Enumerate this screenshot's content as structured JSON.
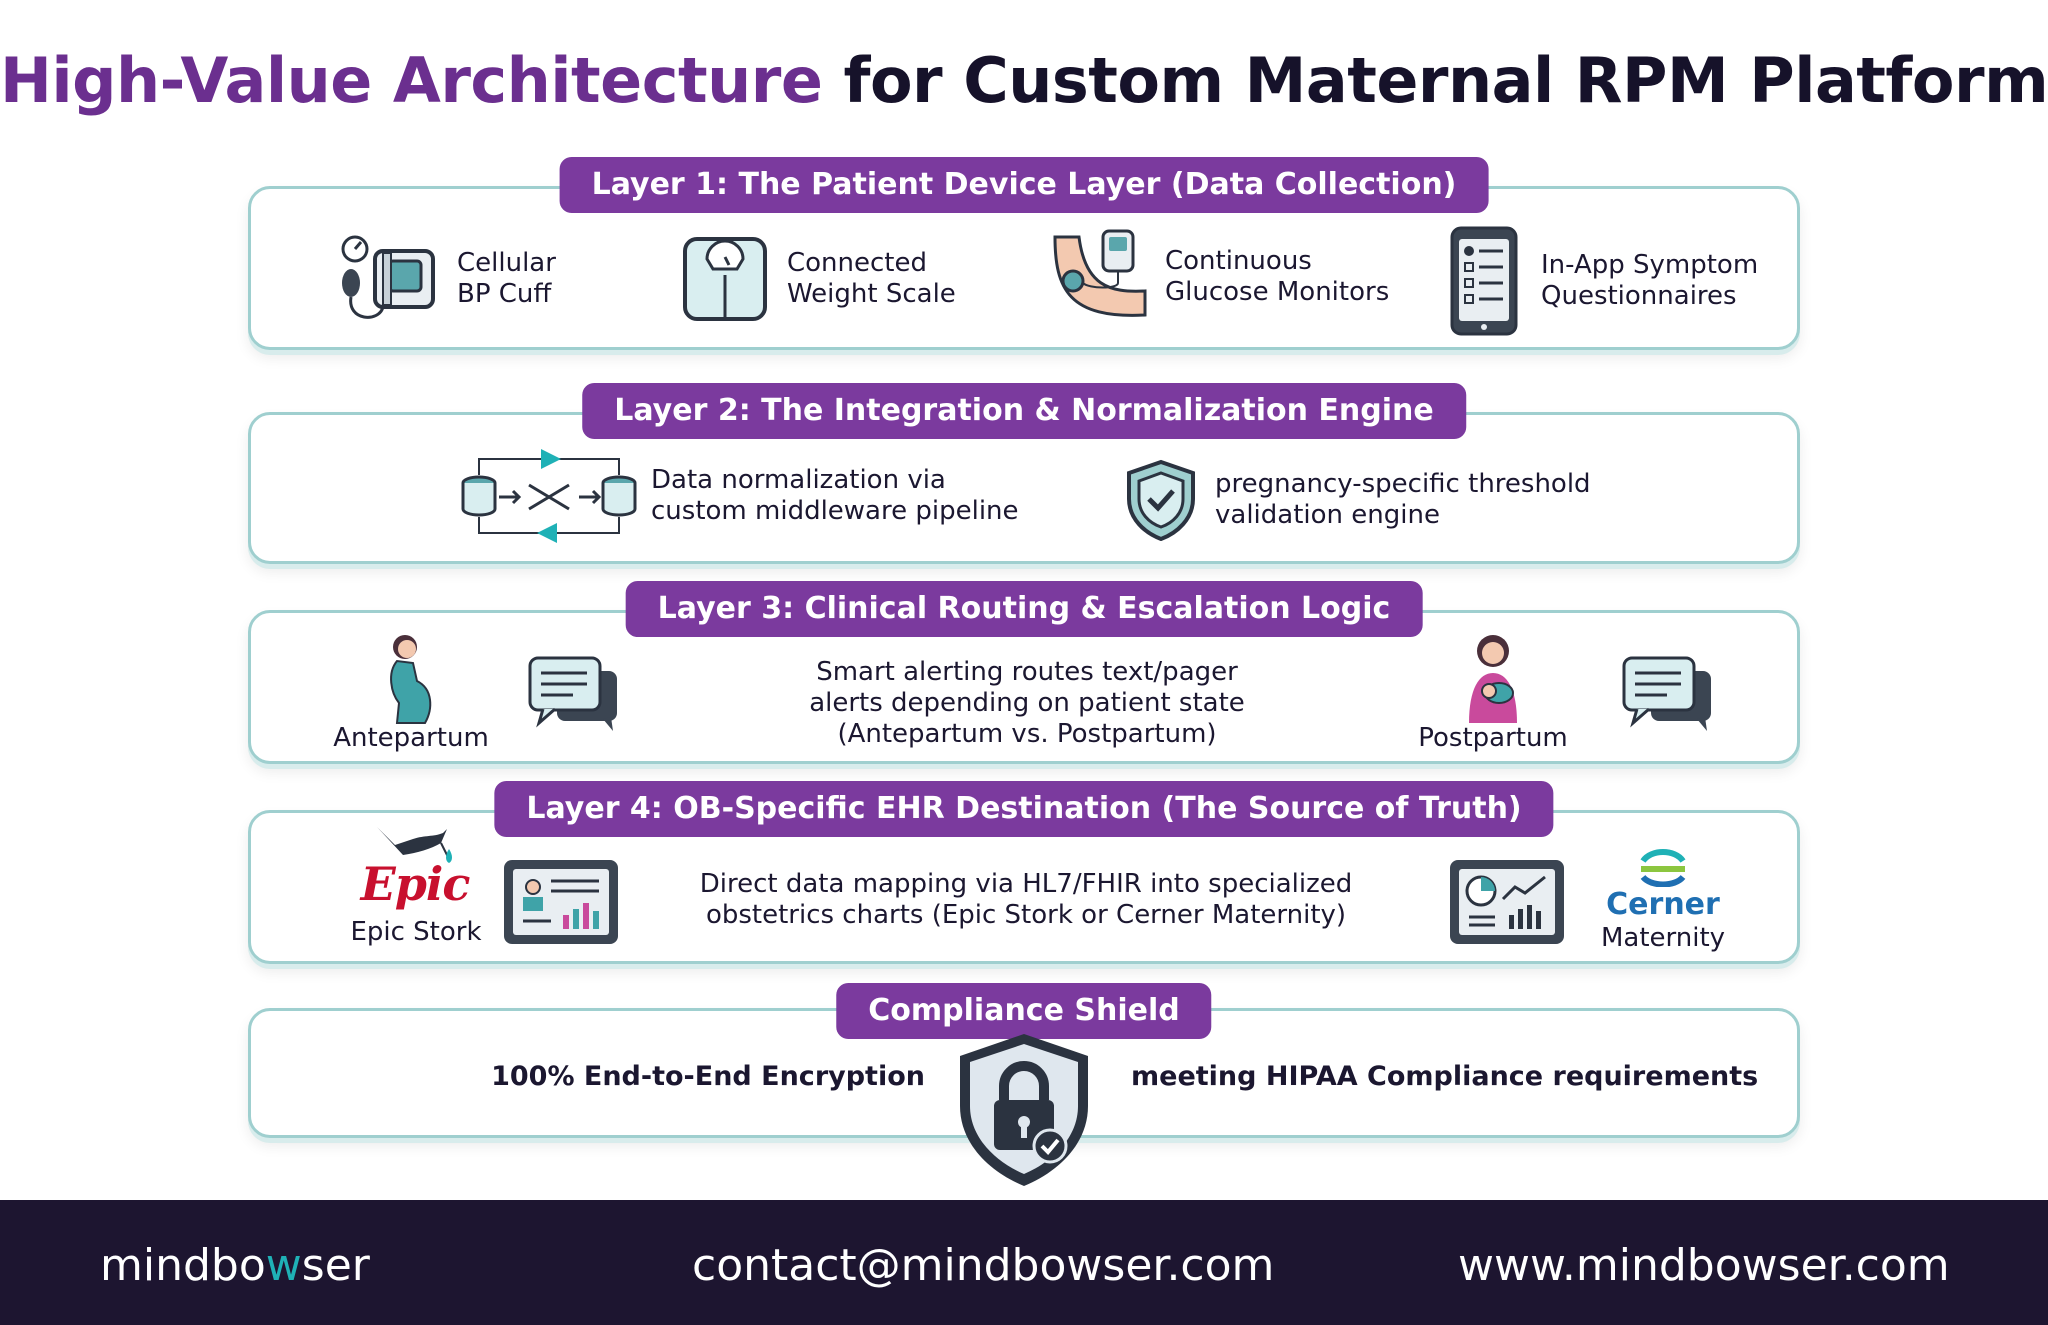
{
  "title": {
    "highlight": "High-Value Architecture",
    "rest": "for Custom Maternal RPM Platforms"
  },
  "colors": {
    "purple": "#7b3a9e",
    "title_purple": "#6b2f8f",
    "teal": "#1fb1b6",
    "box_border": "#9fcfcf",
    "footer_bg": "#1d1530"
  },
  "layer1": {
    "label": "Layer 1: The Patient Device Layer (Data Collection)",
    "items": [
      {
        "text": "Cellular\nBP Cuff",
        "icon": "bp-cuff-icon"
      },
      {
        "text": "Connected\nWeight Scale",
        "icon": "weight-scale-icon"
      },
      {
        "text": "Continuous\nGlucose Monitors",
        "icon": "glucose-monitor-icon"
      },
      {
        "text": "In-App Symptom\nQuestionnaires",
        "icon": "phone-questionnaire-icon"
      }
    ]
  },
  "layer2": {
    "label": "Layer 2: The Integration & Normalization Engine",
    "items": [
      {
        "text": "Data normalization via\ncustom middleware pipeline",
        "icon": "data-pipeline-icon"
      },
      {
        "text": "pregnancy-specific threshold\nvalidation engine",
        "icon": "shield-check-icon"
      }
    ]
  },
  "layer3": {
    "label": "Layer 3: Clinical Routing & Escalation Logic",
    "antepartum": "Antepartum",
    "postpartum": "Postpartum",
    "center": "Smart alerting routes text/pager\nalerts depending on patient state\n(Antepartum vs. Postpartum)"
  },
  "layer4": {
    "label": "Layer 4: OB-Specific EHR Destination (The Source of Truth)",
    "epic_logo": "Epic",
    "epic_caption": "Epic Stork",
    "center": "Direct data mapping via HL7/FHIR into specialized\nobstetrics charts (Epic Stork or Cerner Maternity)",
    "cerner_logo": "Cerner",
    "cerner_caption": "Maternity"
  },
  "compliance": {
    "label": "Compliance Shield",
    "left": "100% End-to-End Encryption",
    "right": "meeting HIPAA Compliance requirements"
  },
  "footer": {
    "logo_a": "mindbo",
    "logo_w": "w",
    "logo_b": "ser",
    "email": "contact@mindbowser.com",
    "website": "www.mindbowser.com"
  }
}
